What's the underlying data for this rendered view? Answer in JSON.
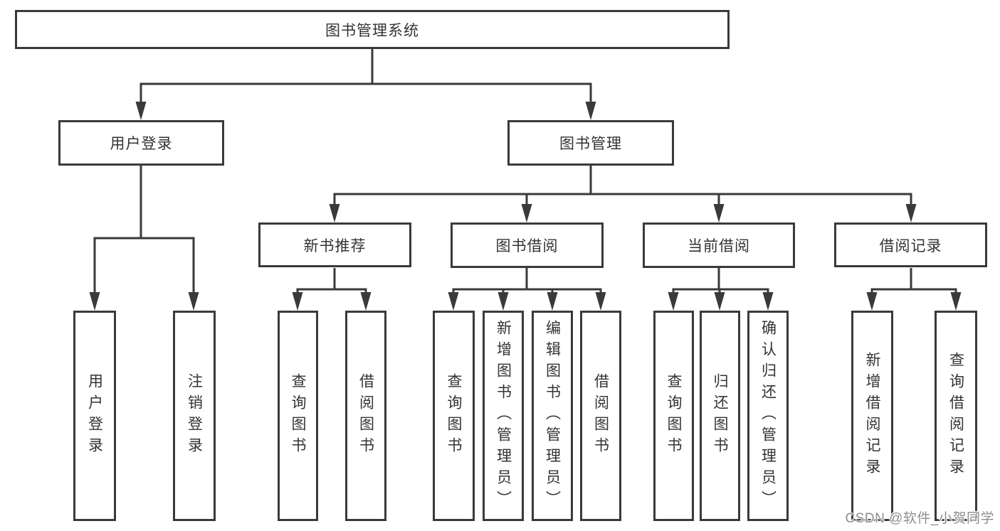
{
  "tree": {
    "root": {
      "label": "图书管理系统",
      "children": [
        {
          "label": "用户登录",
          "children": [
            {
              "label": "用户登录"
            },
            {
              "label": "注销登录"
            }
          ]
        },
        {
          "label": "图书管理",
          "children": [
            {
              "label": "新书推荐",
              "children": [
                {
                  "label": "查询图书"
                },
                {
                  "label": "借阅图书"
                }
              ]
            },
            {
              "label": "图书借阅",
              "children": [
                {
                  "label": "查询图书"
                },
                {
                  "label": "新增图书（管理员）"
                },
                {
                  "label": "编辑图书（管理员）"
                },
                {
                  "label": "借阅图书"
                }
              ]
            },
            {
              "label": "当前借阅",
              "children": [
                {
                  "label": "查询图书"
                },
                {
                  "label": "归还图书"
                },
                {
                  "label": "确认归还（管理员）"
                }
              ]
            },
            {
              "label": "借阅记录",
              "children": [
                {
                  "label": "新增借阅记录"
                },
                {
                  "label": "查询借阅记录"
                }
              ]
            }
          ]
        }
      ]
    }
  },
  "watermark": {
    "text": "CSDN @软件_小贺同学"
  },
  "colors": {
    "line": "#3a3a3a",
    "box_border": "#3a3a3a",
    "text": "#333333",
    "background": "#ffffff",
    "watermark": "#8e8e8e"
  }
}
